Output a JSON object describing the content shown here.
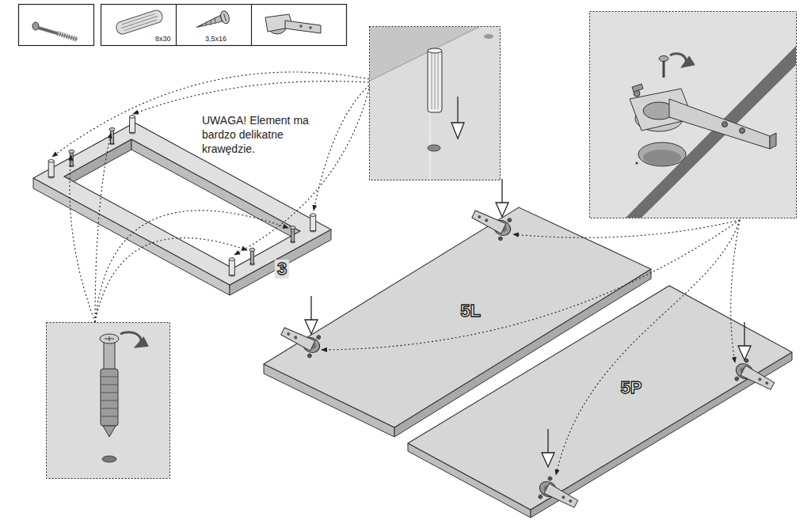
{
  "diagram": {
    "labels": [
      "8x30",
      "3,5x16",
      "UWAGA! Element ma bardzo delikatne krawędzie.",
      "3",
      "5L",
      "5P"
    ]
  }
}
